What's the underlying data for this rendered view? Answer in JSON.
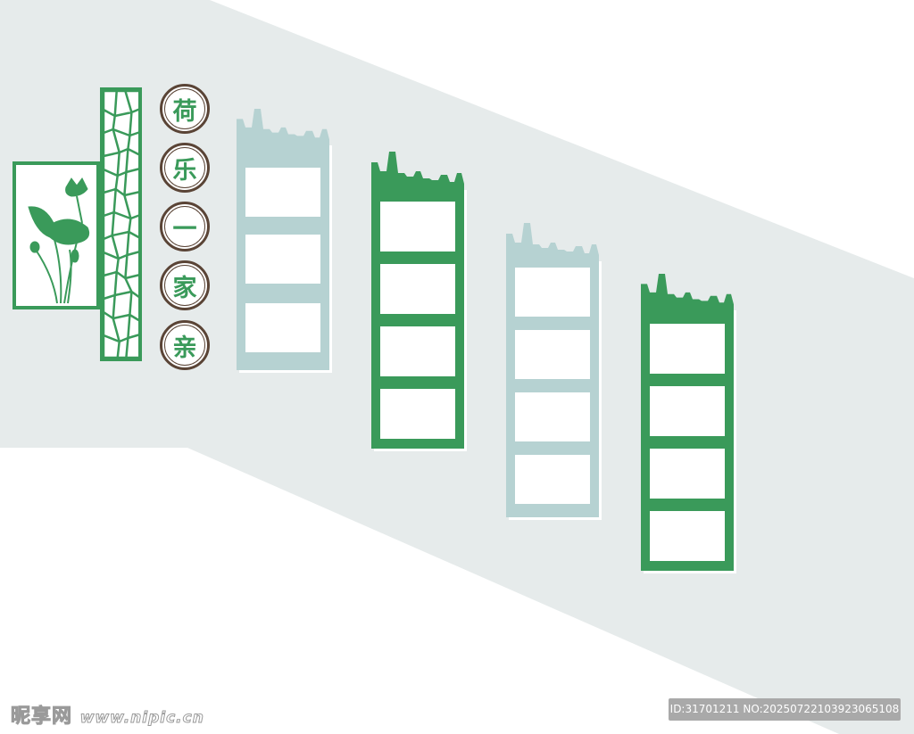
{
  "slogan": [
    "荷",
    "乐",
    "一",
    "家",
    "亲"
  ],
  "watermark": {
    "site_name": "昵享网",
    "site_url": "www.nipic.cn",
    "id_text": "ID:31701211 NO:20250722103923065108"
  },
  "colors": {
    "wall": "#e6ebeb",
    "green": "#3a9a5a",
    "teal_light": "#b6d2d2",
    "brown": "#5a4436"
  }
}
